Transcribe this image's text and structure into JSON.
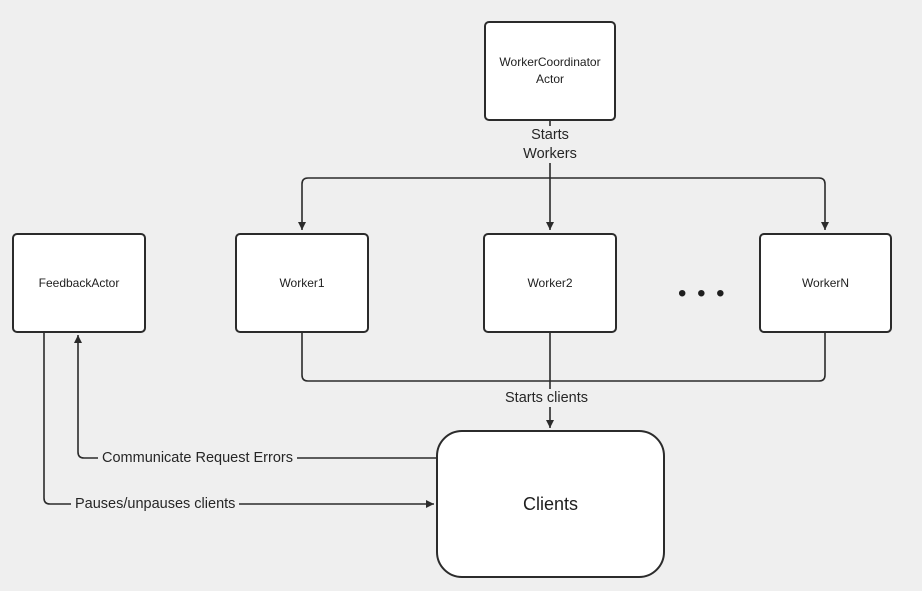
{
  "nodes": {
    "coordinator": {
      "line1": "WorkerCoordinator",
      "line2": "Actor"
    },
    "feedback": "FeedbackActor",
    "worker1": "Worker1",
    "worker2": "Worker2",
    "workern": "WorkerN",
    "clients": "Clients"
  },
  "ellipsis": "• • •",
  "edges": {
    "starts_workers": {
      "line1": "Starts",
      "line2": "Workers"
    },
    "starts_clients": "Starts clients",
    "communicate_errors": "Communicate Request Errors",
    "pause_clients": "Pauses/unpauses clients"
  },
  "colors": {
    "background": "#efefef",
    "node_fill": "#ffffff",
    "stroke": "#2b2b2b"
  }
}
